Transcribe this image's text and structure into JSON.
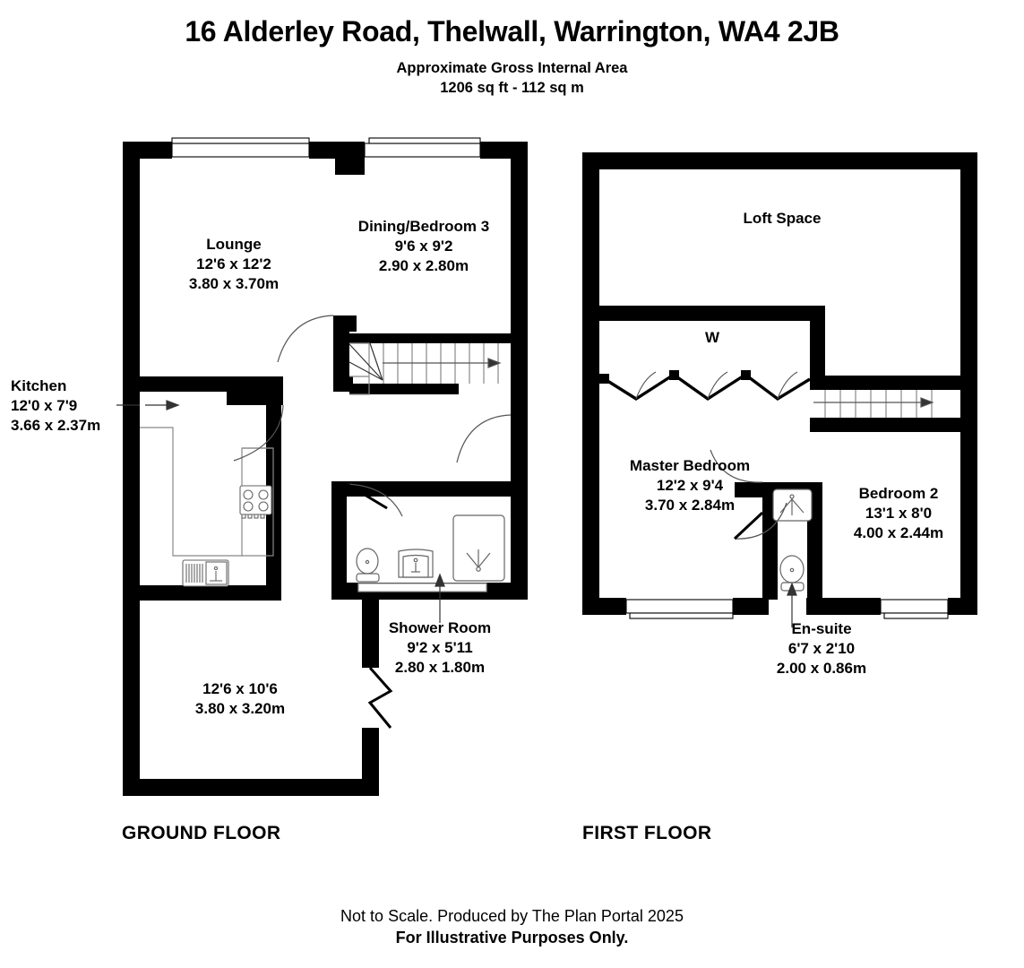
{
  "header": {
    "title": "16 Alderley Road, Thelwall, Warrington, WA4 2JB",
    "area_caption": "Approximate Gross Internal Area",
    "area_value": "1206 sq ft - 112 sq m"
  },
  "floors": {
    "ground": {
      "caption": "GROUND FLOOR"
    },
    "first": {
      "caption": "FIRST FLOOR"
    }
  },
  "rooms": {
    "lounge": {
      "name": "Lounge",
      "imperial": "12'6 x 12'2",
      "metric": "3.80 x 3.70m"
    },
    "dining": {
      "name": "Dining/Bedroom 3",
      "imperial": "9'6 x 9'2",
      "metric": "2.90 x 2.80m"
    },
    "kitchen": {
      "name": "Kitchen",
      "imperial": "12'0 x 7'9",
      "metric": "3.66 x 2.37m"
    },
    "rear_room": {
      "name": "",
      "imperial": "12'6 x 10'6",
      "metric": "3.80 x 3.20m"
    },
    "shower_room": {
      "name": "Shower Room",
      "imperial": "9'2 x 5'11",
      "metric": "2.80 x 1.80m"
    },
    "loft_space": {
      "name": "Loft Space",
      "imperial": "",
      "metric": ""
    },
    "wardrobe": {
      "name": "W",
      "imperial": "",
      "metric": ""
    },
    "master": {
      "name": "Master Bedroom",
      "imperial": "12'2 x 9'4",
      "metric": "3.70 x 2.84m"
    },
    "bedroom2": {
      "name": "Bedroom 2",
      "imperial": "13'1 x 8'0",
      "metric": "4.00 x 2.44m"
    },
    "ensuite": {
      "name": "En-suite",
      "imperial": "6'7 x 2'10",
      "metric": "2.00 x 0.86m"
    }
  },
  "footer": {
    "disclaimer": "Not to Scale. Produced by The Plan Portal 2025",
    "illustrative": "For Illustrative Purposes Only."
  },
  "colors": {
    "wall": "#000000",
    "background": "#ffffff",
    "fixture_stroke": "#555555",
    "text": "#000000"
  }
}
